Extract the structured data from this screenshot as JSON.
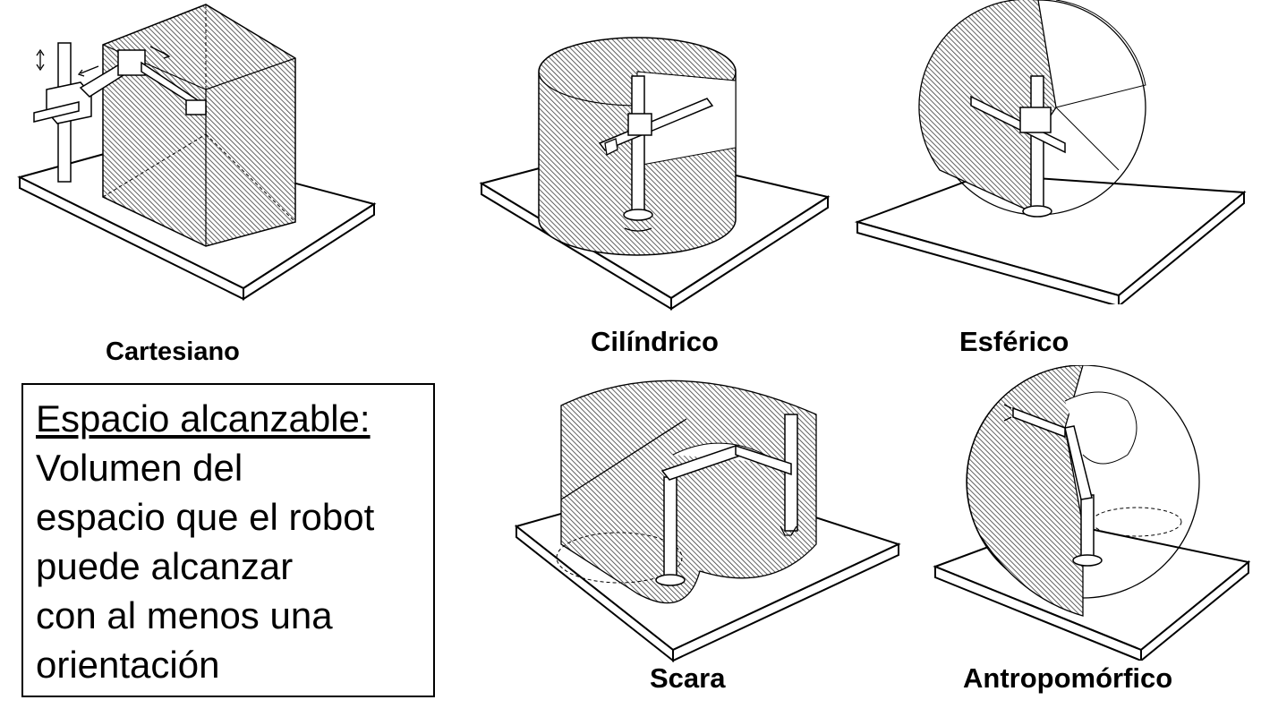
{
  "robots": [
    {
      "id": "cartesiano",
      "label": "Cartesiano"
    },
    {
      "id": "cilindrico",
      "label": "Cilíndrico"
    },
    {
      "id": "esferico",
      "label": "Esférico"
    },
    {
      "id": "scara",
      "label": "Scara"
    },
    {
      "id": "antropomorfico",
      "label": "Antropomórfico"
    }
  ],
  "definition": {
    "term": "Espacio alcanzable:",
    "text": "Volumen del\nespacio que el robot\npuede alcanzar\ncon al menos una\norientación"
  },
  "colors": {
    "ink": "#000000",
    "hatch": "#333333",
    "base": "#ffffff"
  }
}
